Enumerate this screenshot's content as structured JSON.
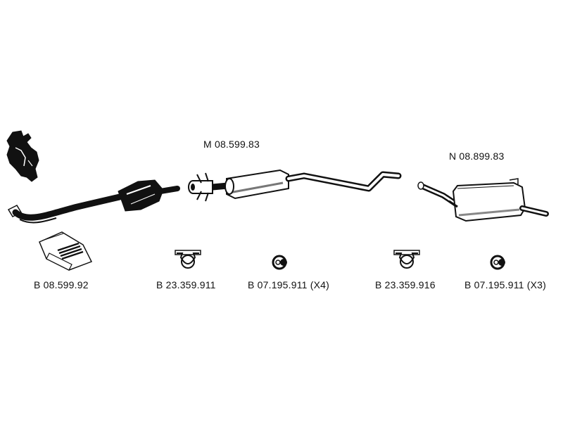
{
  "assemblies": {
    "middle": "M 08.599.83",
    "rear": "N 08.899.83"
  },
  "parts": [
    {
      "label": "B 08.599.92",
      "icon": "mounting-kit-box-icon"
    },
    {
      "label": "B 23.359.911",
      "icon": "pipe-clamp-icon"
    },
    {
      "label": "B 07.195.911 (X4)",
      "icon": "rubber-hanger-ring-icon"
    },
    {
      "label": "B 23.359.916",
      "icon": "pipe-clamp-icon"
    },
    {
      "label": "B 07.195.911 (X3)",
      "icon": "rubber-hanger-ring-icon"
    }
  ],
  "colors": {
    "ink": "#111111",
    "background": "#ffffff"
  }
}
